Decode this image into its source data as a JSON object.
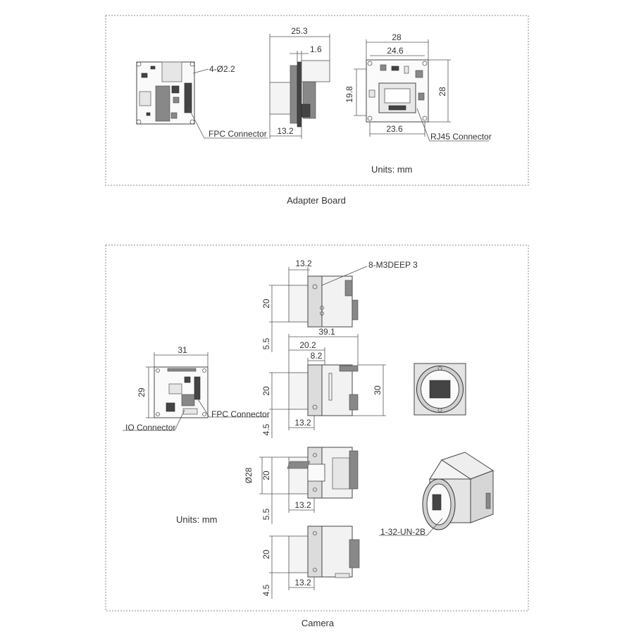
{
  "adapter": {
    "caption": "Adapter Board",
    "units": "Units:  mm",
    "hole_label": "4-Ø2.2",
    "fpc_label": "FPC Connector",
    "rj45_label": "RJ45 Connector",
    "side_dims": {
      "width": "25.3",
      "small": "1.6",
      "bottom": "13.2"
    },
    "back_dims": {
      "width": "28",
      "inner": "24.6",
      "height": "28",
      "left": "19.8",
      "bottom": "23.6"
    }
  },
  "camera": {
    "caption": "Camera",
    "units": "Units:  mm",
    "io_label": "IO Connector",
    "fpc_label": "FPC Connector",
    "thread_label": "8-M3DEEP 3",
    "mount_label": "1-32-UN-2B",
    "back_dims": {
      "width": "31",
      "height": "29"
    },
    "top_view": {
      "top": "13.2",
      "left": "20",
      "bottom_left": "5.5"
    },
    "side_view": {
      "length": "39.1",
      "d1": "20.2",
      "d2": "8.2",
      "left": "20",
      "right": "30",
      "bottom": "13.2",
      "bottom_left": "4.5"
    },
    "bottom_view": {
      "diameter": "Ø28",
      "left": "20",
      "bottom": "13.2",
      "bottom_left": "5.5"
    },
    "rear_view": {
      "left": "20",
      "bottom": "13.2",
      "bottom_left": "4.5"
    }
  }
}
